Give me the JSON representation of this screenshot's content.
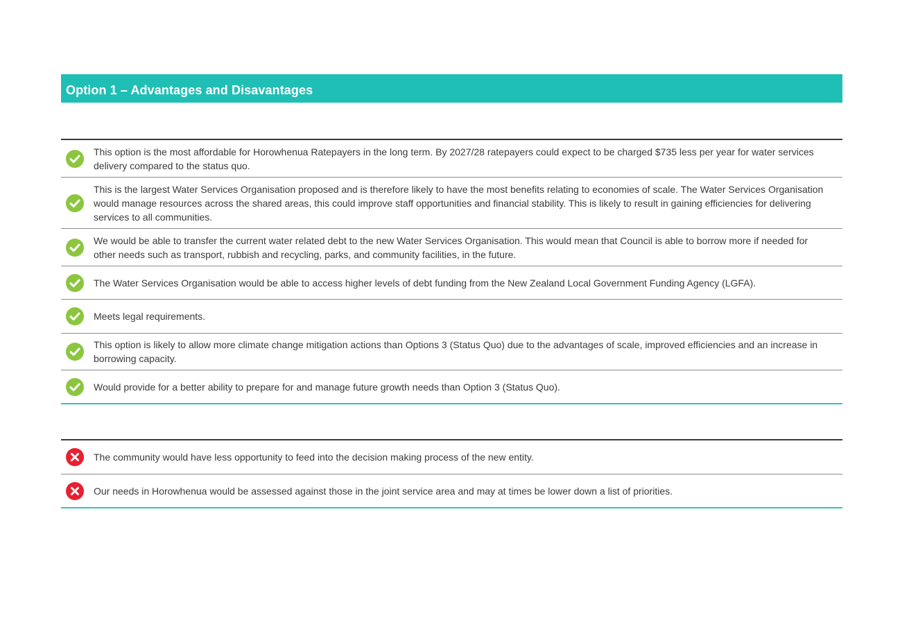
{
  "title": "Option 1 – Advantages and Disavantages",
  "advantages": [
    {
      "icon": "check-circle-icon",
      "text": "This option is the most affordable for Horowhenua Ratepayers in the long term.  By 2027/28 ratepayers could expect to be charged $735 less per year for water services delivery compared to the status quo."
    },
    {
      "icon": "check-circle-icon",
      "text": "This is the largest Water Services Organisation proposed and is therefore likely to have the most benefits relating to economies of scale. The Water Services Organisation would manage resources across the shared areas, this could improve staff opportunities and financial stability. This is likely to result in gaining efficiencies for delivering services to all communities."
    },
    {
      "icon": "check-circle-icon",
      "text": "We would be able to transfer the current water related debt to the new Water Services Organisation. This would mean that Council is able to borrow more if needed for other needs such as transport, rubbish and recycling, parks, and community facilities, in the future."
    },
    {
      "icon": "check-circle-icon",
      "text": "The Water Services Organisation would be able to access higher levels of debt funding from the New Zealand Local Government Funding Agency (LGFA)."
    },
    {
      "icon": "check-circle-icon",
      "text": "Meets legal requirements."
    },
    {
      "icon": "check-circle-icon",
      "text": "This option is likely to allow more climate change mitigation actions than Options 3 (Status Quo) due to the advantages of scale, improved efficiencies and an increase in borrowing capacity."
    },
    {
      "icon": "check-circle-icon",
      "text": "Would provide for a better ability to prepare for and manage future growth needs than Option 3 (Status Quo)."
    }
  ],
  "disadvantages": [
    {
      "icon": "cross-circle-icon",
      "text": "The community would have less opportunity to feed into the decision making process of the new entity."
    },
    {
      "icon": "cross-circle-icon",
      "text": "Our needs in Horowhenua would be assessed against those in the joint service area and may at times be lower down a list of priorities."
    }
  ],
  "colors": {
    "banner": "#20bfb5",
    "check": "#8cc63f",
    "cross": "#e8202f",
    "rule_accent": "#2fc4bb"
  }
}
